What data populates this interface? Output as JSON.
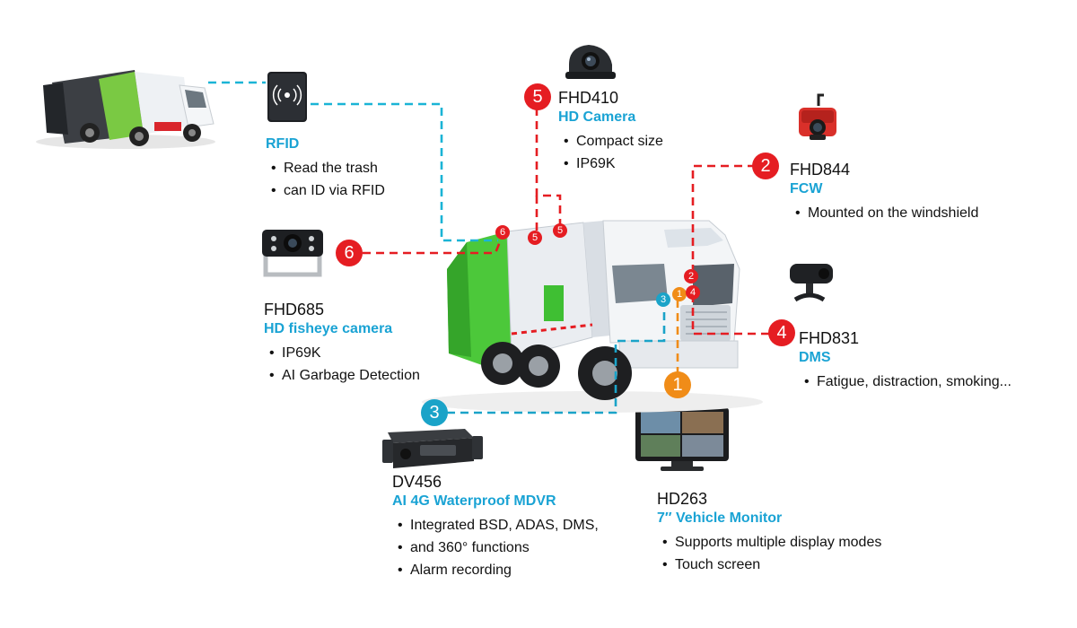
{
  "rfid": {
    "title": "RFID",
    "features": [
      "Read the trash",
      "can ID via RFID"
    ]
  },
  "fhd410": {
    "number": "5",
    "model": "FHD410",
    "subtitle": "HD Camera",
    "features": [
      "Compact size",
      "IP69K"
    ]
  },
  "fhd844": {
    "number": "2",
    "model": "FHD844",
    "subtitle": "FCW",
    "features": [
      "Mounted on the windshield"
    ]
  },
  "fhd685": {
    "number": "6",
    "model": "FHD685",
    "subtitle": "HD fisheye camera",
    "features": [
      "IP69K",
      "AI Garbage Detection"
    ]
  },
  "fhd831": {
    "number": "4",
    "model": "FHD831",
    "subtitle": "DMS",
    "features": [
      "Fatigue, distraction, smoking..."
    ]
  },
  "dv456": {
    "number": "3",
    "model": "DV456",
    "subtitle": "AI 4G Waterproof MDVR",
    "features": [
      "Integrated BSD, ADAS, DMS,",
      "and 360° functions",
      "Alarm recording"
    ]
  },
  "hd263": {
    "number": "1",
    "model": "HD263",
    "subtitle": "7″ Vehicle Monitor",
    "features": [
      "Supports multiple display modes",
      "Touch screen"
    ]
  },
  "truck_markers": [
    "6",
    "5",
    "5",
    "2",
    "3",
    "1",
    "4"
  ],
  "colors": {
    "red": "#e51d22",
    "teal": "#1aa3c8",
    "orange": "#f08c18",
    "subtitle": "#1aa3d4"
  }
}
